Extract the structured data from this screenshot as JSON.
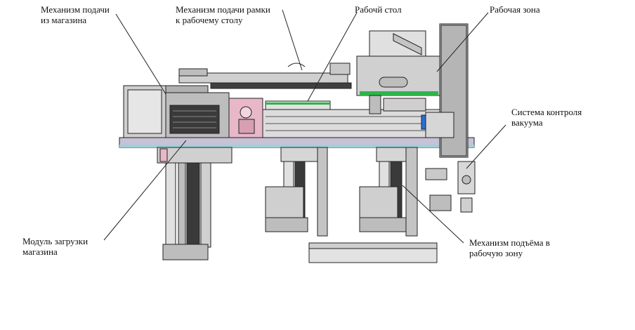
{
  "labels": {
    "feeder_magazine": [
      "Механизм подачи",
      "из магазина"
    ],
    "frame_feed": [
      "Механизм подачи рамки",
      "к рабочему столу"
    ],
    "work_table": [
      "Рабочй стол"
    ],
    "work_zone": [
      "Рабочая зона"
    ],
    "vacuum_system": [
      "Система контроля",
      "вакуума"
    ],
    "magazine_module": [
      "Модуль загрузки",
      "магазина"
    ],
    "lift_mechanism": [
      "Механизм подъёма в",
      "рабочую зону"
    ]
  },
  "colors": {
    "line": "#222222",
    "metal_light": "#d9d9d9",
    "metal_mid": "#b5b5b5",
    "metal_dark": "#6e6e6e",
    "accent_green": "#2fb34a",
    "accent_pink": "#e8b8c8",
    "accent_blue": "#2a6fd6",
    "base_plate": "#c7c2d6"
  }
}
